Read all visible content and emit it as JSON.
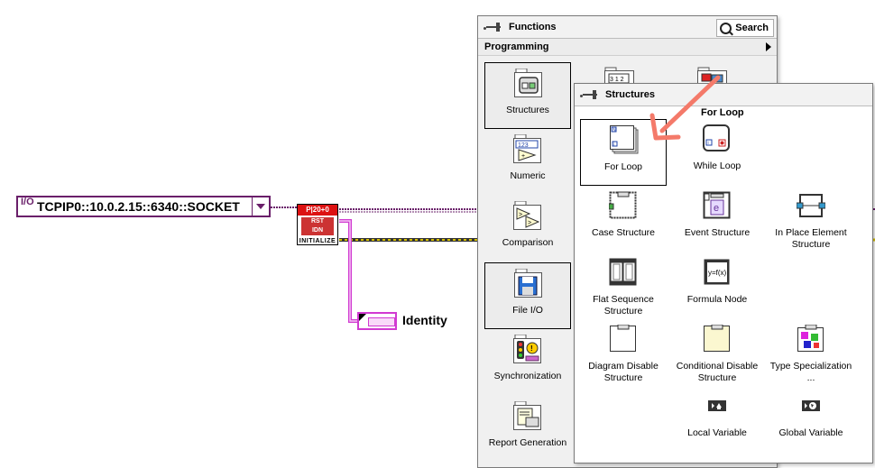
{
  "diagram": {
    "visa_resource": "TCPIP0::10.0.2.15::6340::SOCKET",
    "visa_io_glyph": "I/O",
    "init_vi": {
      "top": "P|20+0",
      "middle_l1": "RST",
      "middle_l2": "IDN",
      "bottom": "INITIALIZE"
    },
    "identity_label": "Identity"
  },
  "functions_palette": {
    "title": "Functions",
    "search_label": "Search",
    "category": "Programming",
    "items": [
      {
        "label": "Structures"
      },
      {
        "label": "Numeric"
      },
      {
        "label": "Comparison"
      },
      {
        "label": "File I/O"
      },
      {
        "label": "Synchronization"
      },
      {
        "label": "Report Generation"
      }
    ]
  },
  "structures_palette": {
    "title": "Structures",
    "hover_label": "For Loop",
    "items": [
      {
        "label": "For Loop"
      },
      {
        "label": "While Loop"
      },
      {
        "label": "Case Structure"
      },
      {
        "label": "Event Structure"
      },
      {
        "label": "In Place Element Structure"
      },
      {
        "label": "Flat Sequence Structure"
      },
      {
        "label": "Formula Node"
      },
      {
        "label": "Diagram Disable Structure"
      },
      {
        "label": "Conditional Disable Structure"
      },
      {
        "label": "Type Specialization ..."
      },
      {
        "label": "Local Variable"
      },
      {
        "label": "Global Variable"
      }
    ]
  },
  "colors": {
    "visa_wire": "#6a1f6a",
    "error_wire": "#d6c000",
    "string_wire": "#d13ad1",
    "arrow": "#f47a6a"
  }
}
